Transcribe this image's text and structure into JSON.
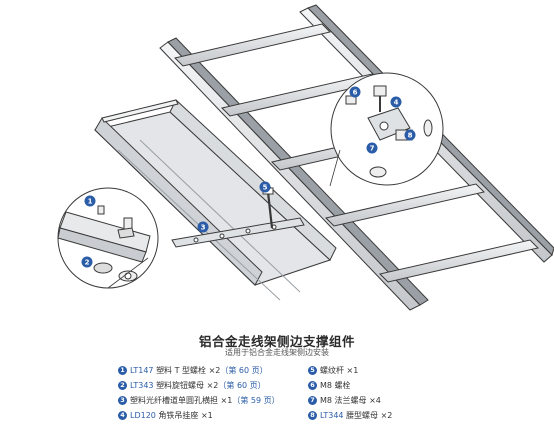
{
  "title": "铝合金走线架侧边支撑组件",
  "subtitle": "适用于铝合金走线架侧边安装",
  "callout_numbers": [
    "1",
    "2",
    "3",
    "4",
    "5",
    "6",
    "7",
    "8"
  ],
  "parts": [
    {
      "num": "1",
      "code": "LT147",
      "name": "塑料 T 型螺栓 ×2",
      "ref": "（第 60 页）"
    },
    {
      "num": "2",
      "code": "LT343",
      "name": "塑料旋钮螺母 ×2",
      "ref": "（第 60 页）"
    },
    {
      "num": "3",
      "code": "",
      "name": "塑料光纤槽道单圆孔横担 ×1",
      "ref": "（第 59 页）"
    },
    {
      "num": "4",
      "code": "LD120",
      "name": "角铁吊挂座 ×1",
      "ref": ""
    },
    {
      "num": "5",
      "code": "",
      "name": "螺纹杆 ×1",
      "ref": ""
    },
    {
      "num": "6",
      "code": "",
      "name": "M8 螺栓",
      "ref": ""
    },
    {
      "num": "7",
      "code": "",
      "name": "M8 法兰螺母 ×4",
      "ref": ""
    },
    {
      "num": "8",
      "code": "LT344",
      "name": "腰型螺母 ×2",
      "ref": ""
    }
  ],
  "colors": {
    "accent": "#2a5ca8",
    "line": "#3a3a3a",
    "metal": "#c9ccd0"
  }
}
